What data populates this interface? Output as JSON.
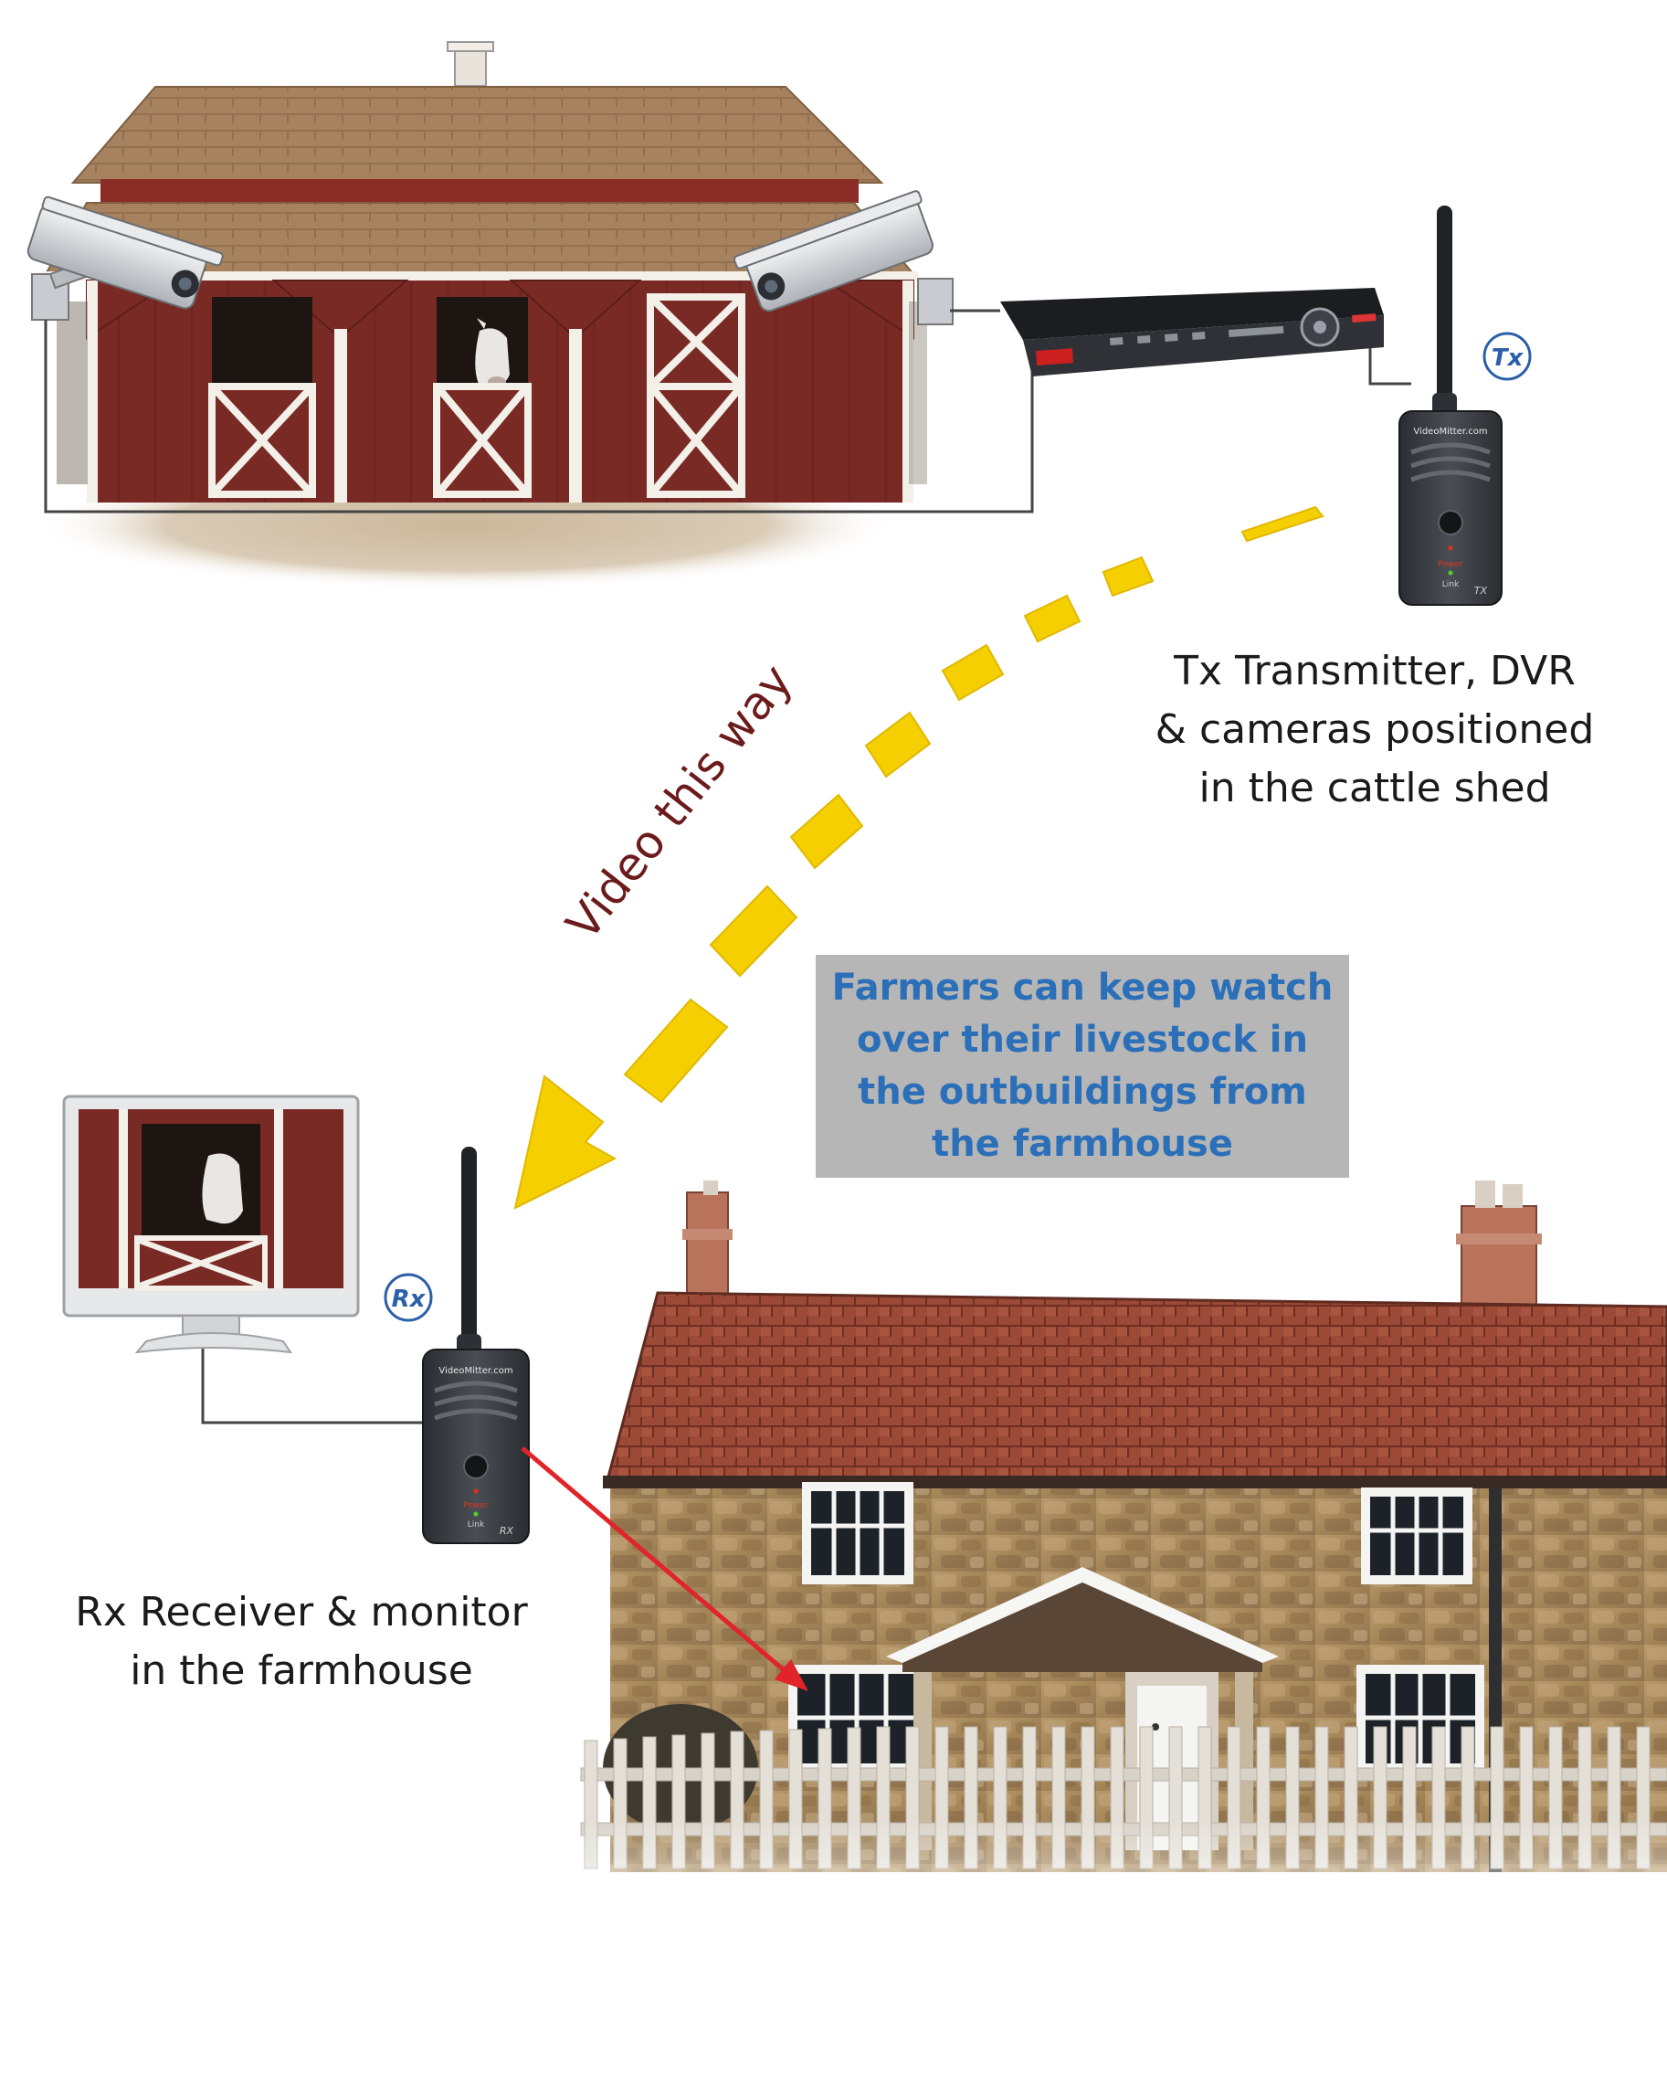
{
  "arrow_label": "Video this way",
  "tx_caption": [
    "Tx Transmitter, DVR",
    "& cameras positioned",
    "in the cattle shed"
  ],
  "rx_caption": [
    "Rx Receiver & monitor",
    "in the farmhouse"
  ],
  "callout": [
    "Farmers can keep watch",
    "over their livestock in",
    "the outbuildings from",
    "the farmhouse"
  ],
  "tx_badge": "Tx",
  "rx_badge": "Rx",
  "tx_device": {
    "brand": "VideoMitter.com",
    "power": "Power",
    "link": "Link",
    "model": "TX"
  },
  "rx_device": {
    "brand": "VideoMitter.com",
    "power": "Power",
    "link": "Link",
    "model": "RX"
  },
  "colors": {
    "barn_red": "#7a2a25",
    "roof_brown": "#a88462",
    "arrow_yellow": "#f5cf00",
    "arrow_label": "#6b1b1b",
    "callout_bg": "#b6b6b6",
    "callout_text": "#2b6fb9",
    "badge_blue": "#2b5fa8",
    "link_arrow": "#e0242a"
  }
}
